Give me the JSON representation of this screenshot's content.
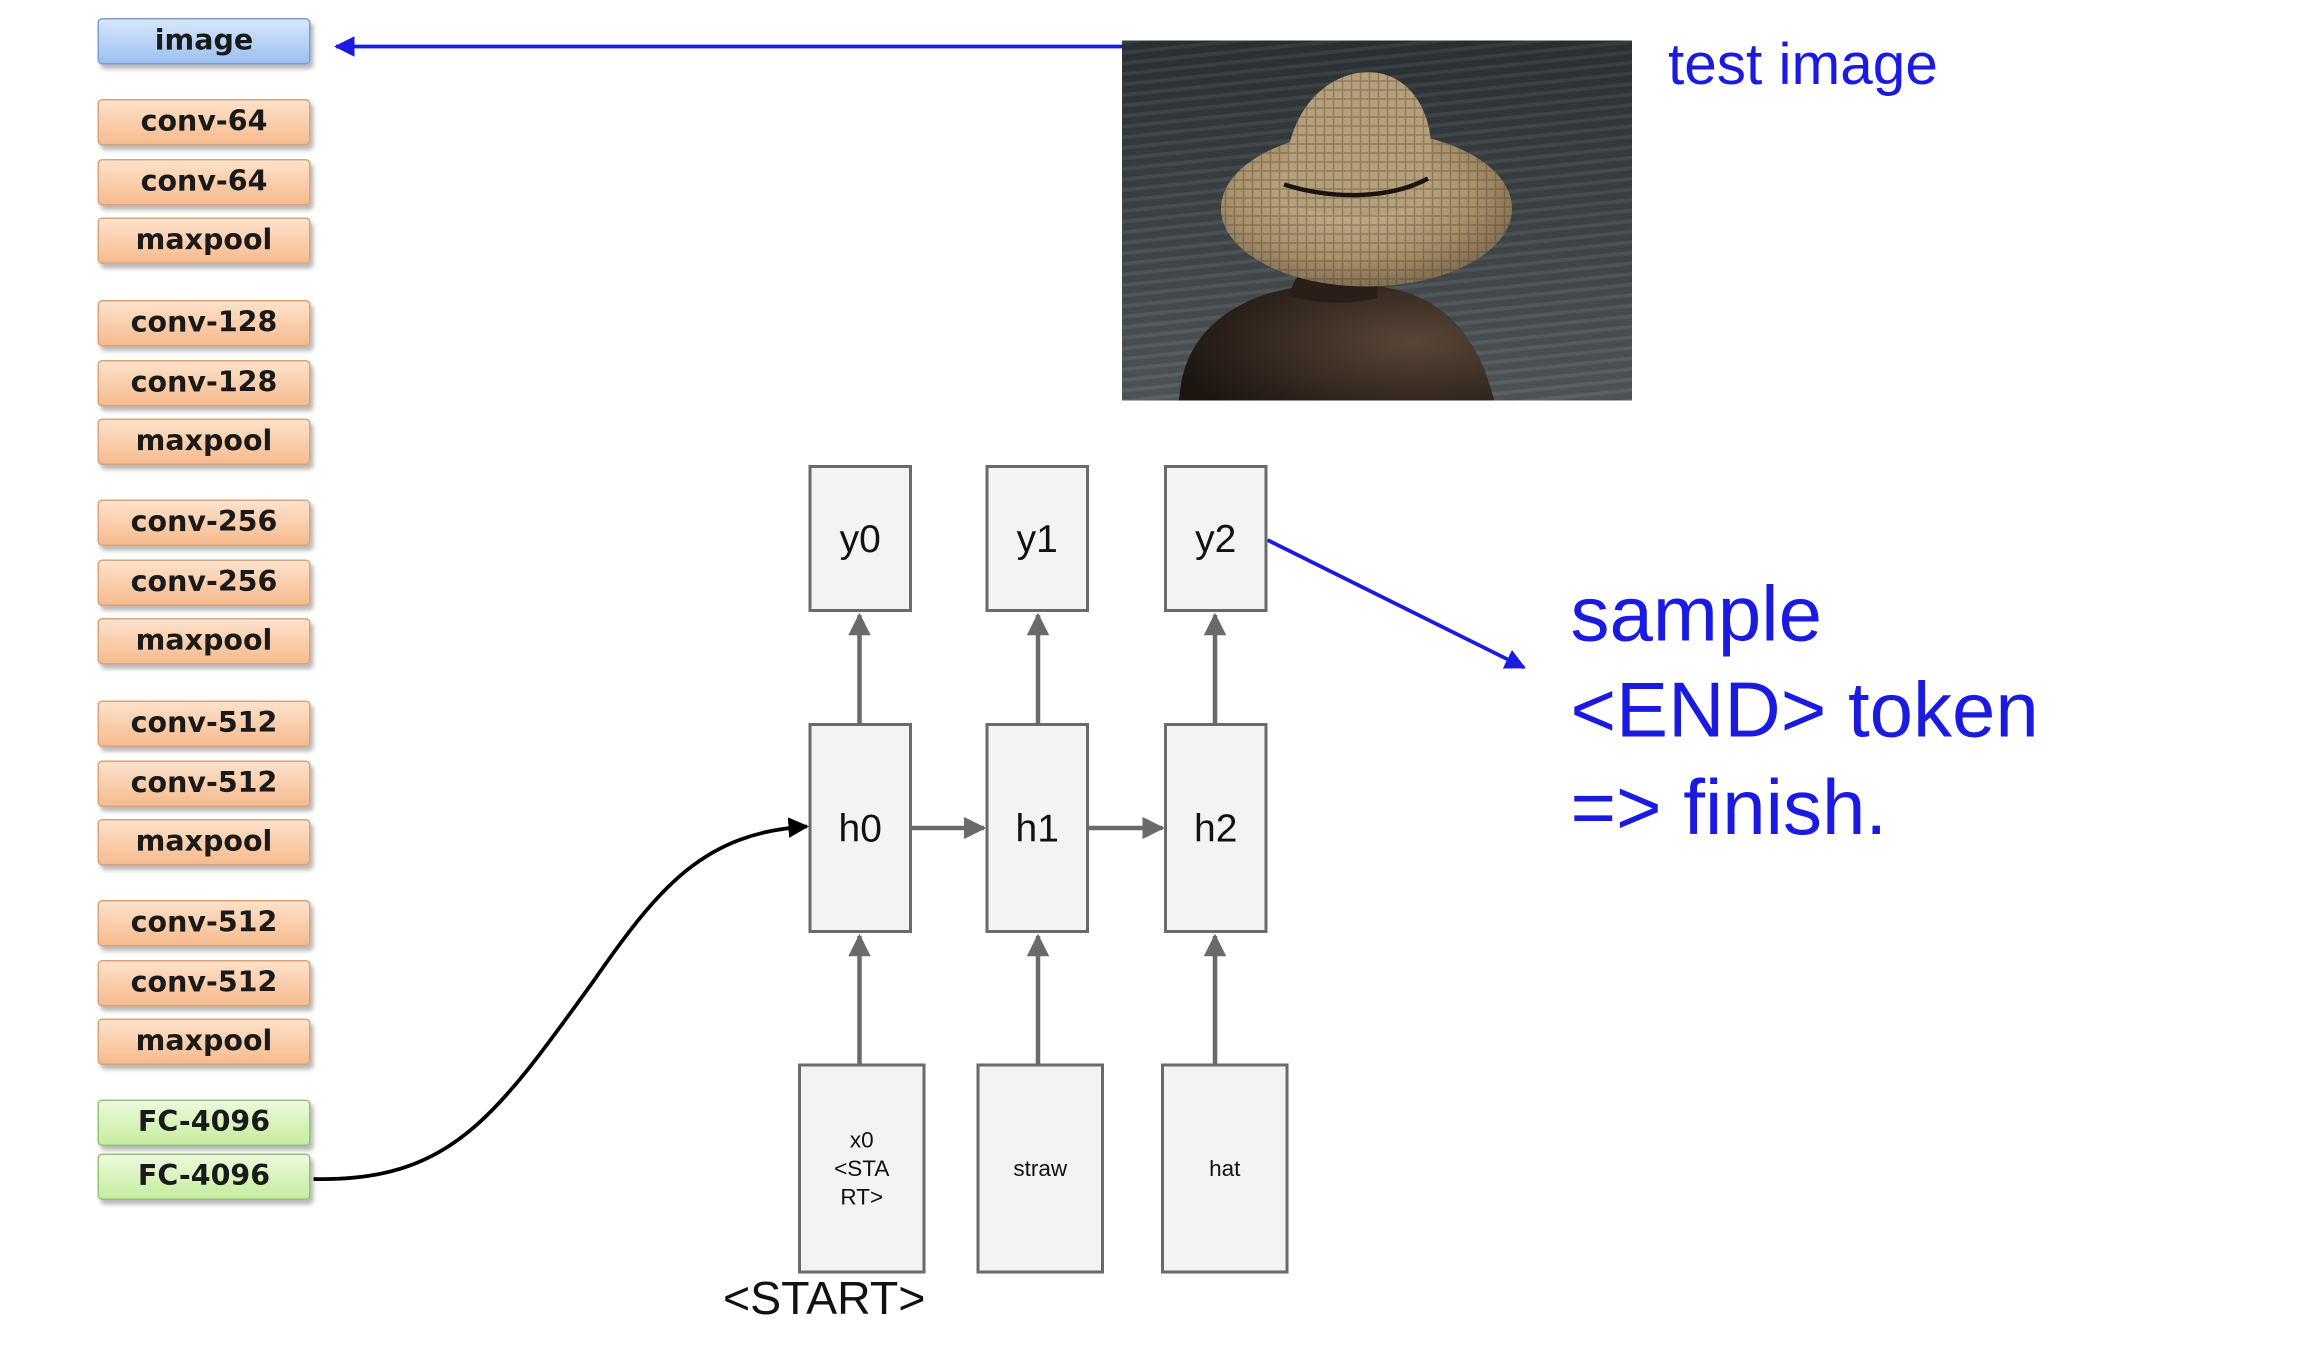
{
  "cnn_layers": [
    "image",
    "conv-64",
    "conv-64",
    "maxpool",
    "conv-128",
    "conv-128",
    "maxpool",
    "conv-256",
    "conv-256",
    "maxpool",
    "conv-512",
    "conv-512",
    "maxpool",
    "conv-512",
    "conv-512",
    "maxpool",
    "FC-4096",
    "FC-4096"
  ],
  "test_image_label": "test image",
  "outputs": [
    "y0",
    "y1",
    "y2"
  ],
  "hidden": [
    "h0",
    "h1",
    "h2"
  ],
  "inputs": {
    "x0_lines": [
      "x0",
      "<STA",
      "RT>"
    ],
    "x1": "straw",
    "x2": "hat"
  },
  "start_label": "<START>",
  "annotation": {
    "line1": "sample",
    "line2": "<END> token",
    "line3": "=> finish."
  },
  "colors": {
    "annotation_blue": "#1a1ae0",
    "layer_orange": "#f6bb8e",
    "layer_blue": "#9cc0ef",
    "layer_green": "#c6ec9e",
    "node_gray": "#f3f3f3"
  }
}
